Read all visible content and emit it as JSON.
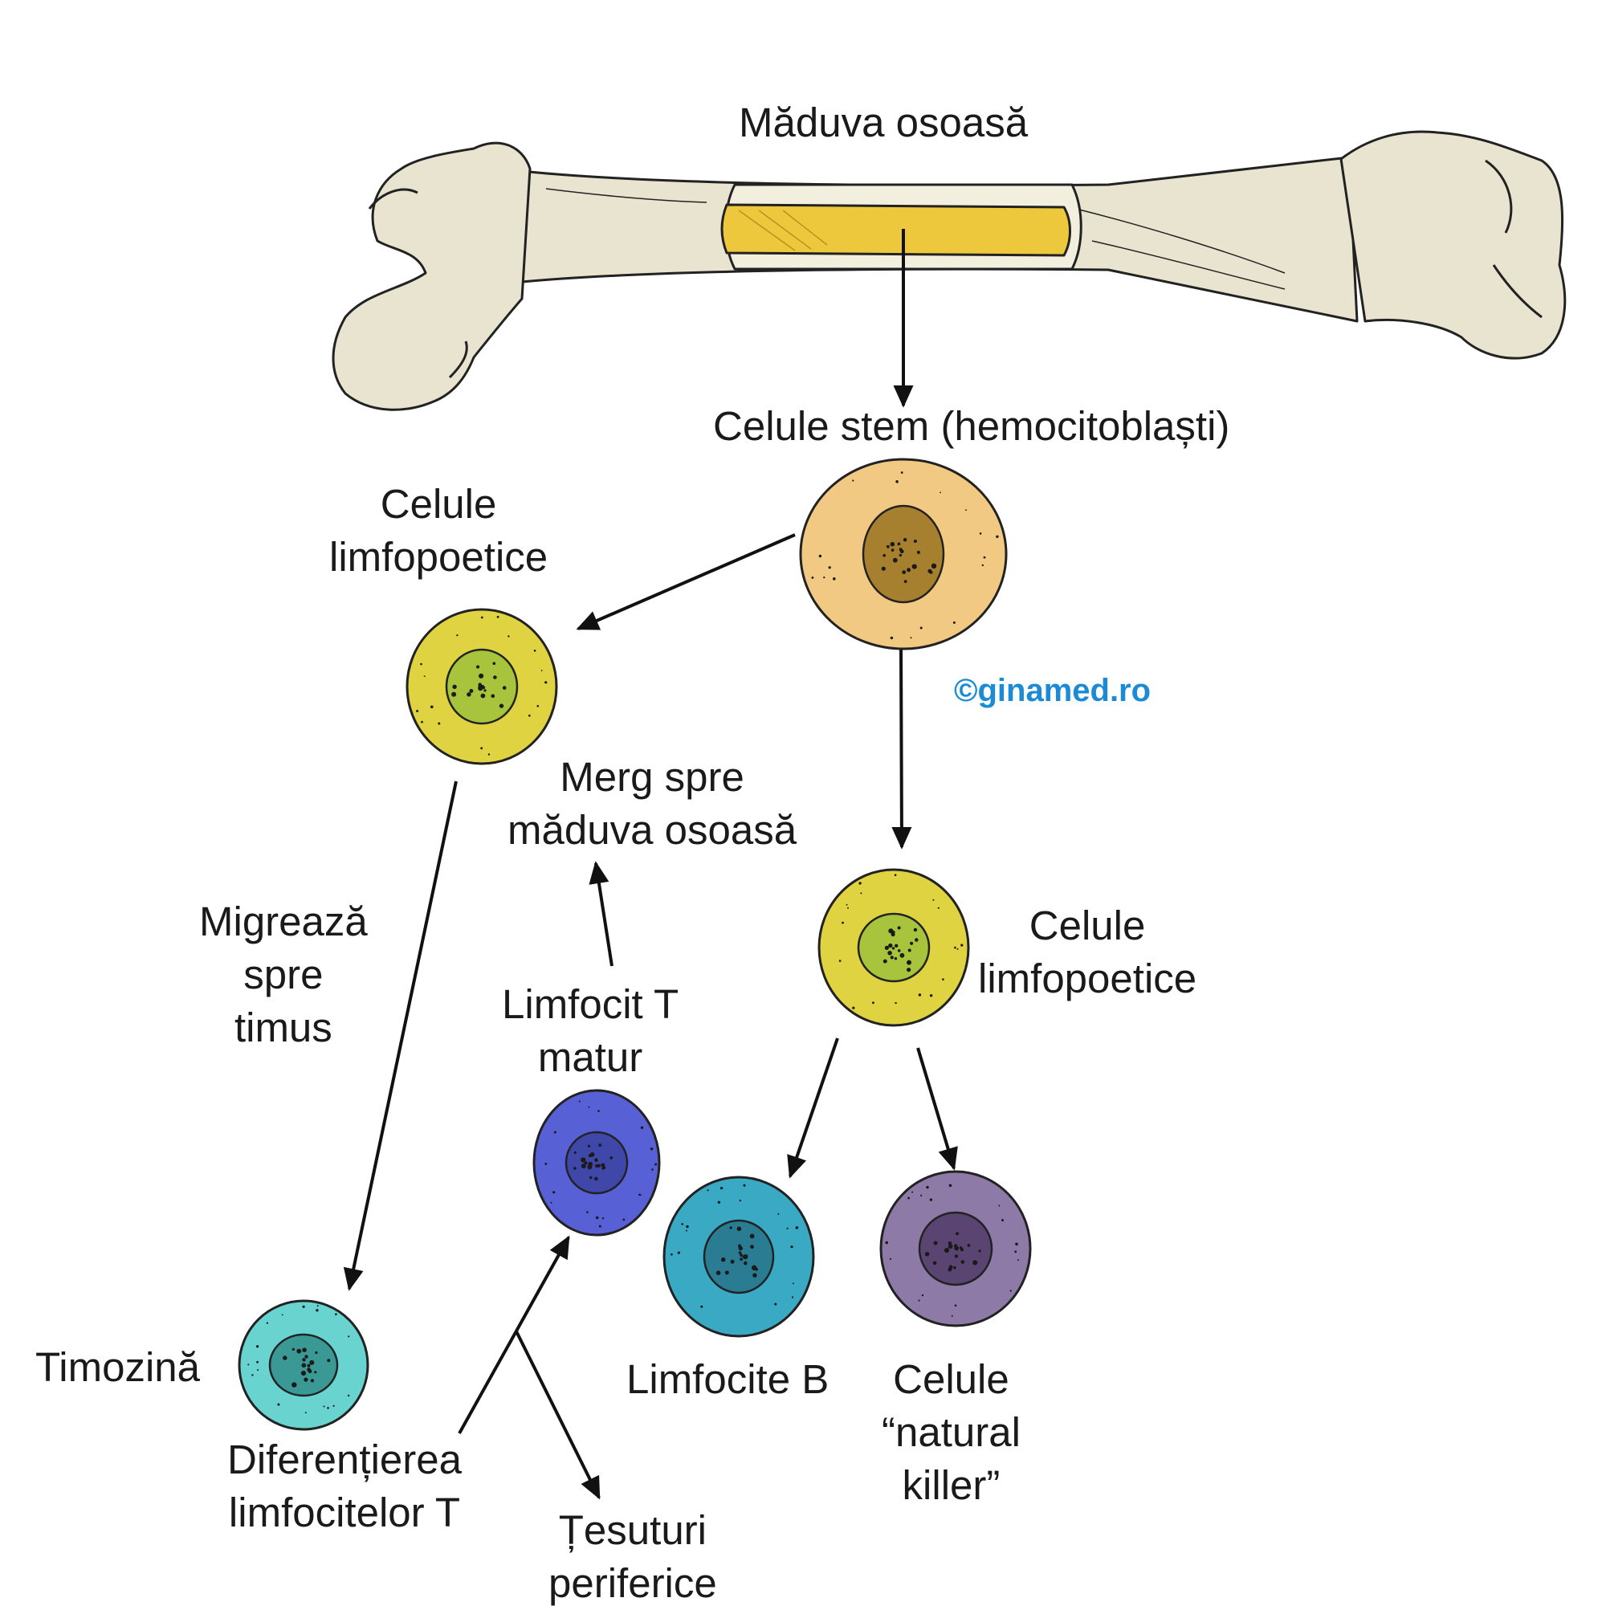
{
  "labels": {
    "bone_marrow": "Măduva osoasă",
    "stem_cells": "Celule stem (hemocitoblaști)",
    "lympho_left": [
      "Celule",
      "limfopoetice"
    ],
    "lympho_right": [
      "Celule",
      "limfopoetice"
    ],
    "return_marrow": [
      "Merg spre",
      "măduva osoasă"
    ],
    "migrate_thymus": [
      "Migrează",
      "spre",
      "timus"
    ],
    "mature_t": [
      "Limfocit T",
      "matur"
    ],
    "thymosin": "Timozină",
    "t_diff": [
      "Diferențierea",
      "limfocitelor T"
    ],
    "b_cells": "Limfocite B",
    "nk_cells": [
      "Celule",
      "“natural",
      "killer”"
    ],
    "peripheral": [
      "Țesuturi",
      "periferice"
    ],
    "copyright": "©ginamed.ro"
  },
  "colors": {
    "bone": "#e8e4cf",
    "marrow": "#eec83c",
    "stem_outer": "#f2c983",
    "stem_nucleus": "#a7802f",
    "lympho_outer": "#dfd342",
    "lympho_nucleus": "#a7c43c",
    "t_mature_outer": "#5860d6",
    "t_mature_nucleus": "#3f47a8",
    "thymus_outer": "#68d3cf",
    "thymus_nucleus": "#3a9994",
    "b_outer": "#3aa9c4",
    "b_nucleus": "#2a7c92",
    "nk_outer": "#8e7aa6",
    "nk_nucleus": "#5a4572",
    "copyright": "#1b8bd6"
  },
  "icons": [
    "femur-bone-illustration",
    "cell-icon",
    "arrow-icon"
  ]
}
